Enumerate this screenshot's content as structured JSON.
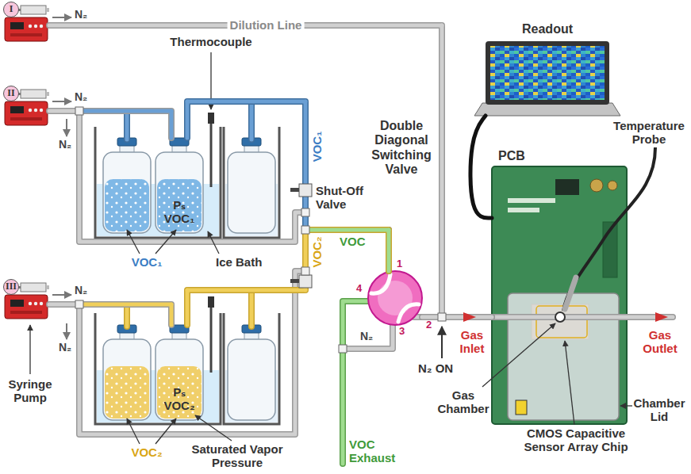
{
  "diagram": {
    "nodes": [
      {
        "text": [
          "I"
        ]
      },
      {
        "text": [
          "II"
        ]
      },
      {
        "text": [
          "III",
          "Syringe Pump"
        ]
      },
      {
        "text": [
          "Pₛ VOC₁"
        ]
      },
      {
        "text": [
          "Pₛ VOC₂"
        ]
      },
      {
        "text": [
          "Double Diagonal Switching Valve"
        ]
      },
      {
        "text": [
          "PCB"
        ]
      },
      {
        "text": [
          "Readout"
        ]
      }
    ],
    "edges": [
      {
        "from": 0,
        "to": 6,
        "arrow": "none",
        "label": "Dilution Line"
      },
      {
        "from": 1,
        "to": 3,
        "arrow": "none"
      },
      {
        "from": 3,
        "to": 5,
        "arrow": "none",
        "label": "VOC₁"
      },
      {
        "from": 2,
        "to": 4,
        "arrow": "none"
      },
      {
        "from": 4,
        "to": 5,
        "arrow": "none",
        "label": "VOC₂"
      },
      {
        "from": 5,
        "to": 6,
        "arrow": "none"
      },
      {
        "from": 6,
        "to": 7,
        "arrow": "none"
      }
    ],
    "labels": [
      "N₂",
      "Thermocouple",
      "N₂",
      "N₂",
      "Shut-Off Valve",
      "Ice Bath",
      "VOC₁",
      "VOC",
      "4",
      "1",
      "3",
      "2",
      "N₂",
      "N₂ ON",
      "Gas Inlet",
      "Gas Outlet",
      "Temperature Probe",
      "N₂",
      "N₂",
      "Gas Chamber",
      "Chamber Lid",
      "CMOS Capacitive Sensor Array Chip",
      "VOC Exhaust",
      "VOC₂",
      "Saturated Vapor Pressure"
    ]
  }
}
